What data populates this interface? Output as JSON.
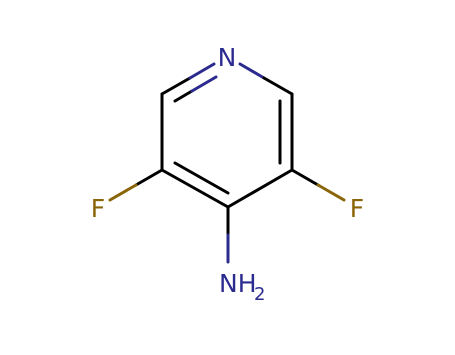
{
  "molecule": {
    "atoms": {
      "ring_nitrogen": {
        "symbol": "N",
        "color": "#2b2b8f"
      },
      "fluorine_left": {
        "symbol": "F",
        "color": "#8a6508"
      },
      "fluorine_right": {
        "symbol": "F",
        "color": "#8a6508"
      },
      "amine": {
        "symbol": "NH",
        "subscript": "2",
        "color": "#2b2b8f"
      }
    },
    "bond_color": "#000000",
    "background": "#ffffff"
  }
}
